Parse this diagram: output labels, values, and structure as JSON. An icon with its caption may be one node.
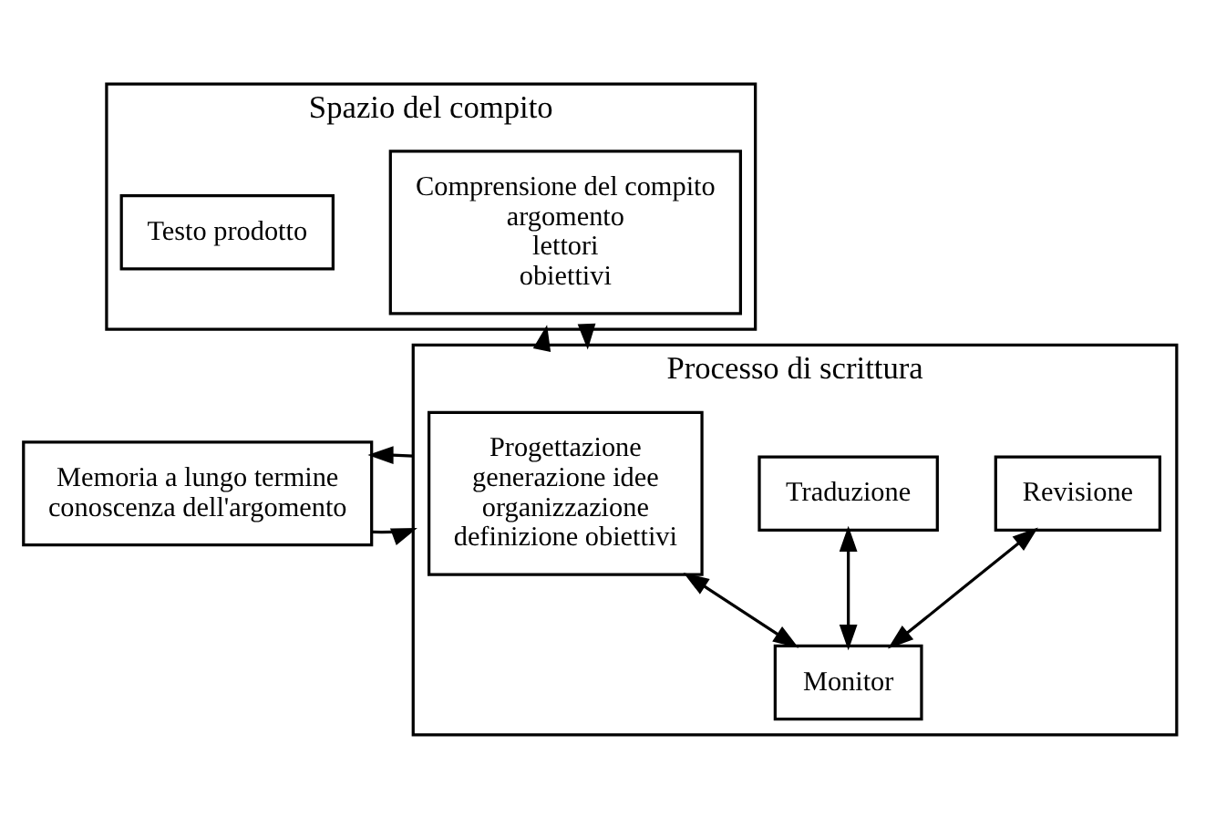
{
  "diagram": {
    "nodes": [
      {
        "text": [
          "Spazio del compito"
        ]
      },
      {
        "text": [
          "Comprensione del compito",
          "argomento",
          "lettori",
          "obiettivi"
        ],
        "in": 0
      },
      {
        "text": [
          "Testo prodotto"
        ],
        "in": 0
      },
      {
        "text": [
          "Processo di scrittura"
        ]
      },
      {
        "text": [
          "Progettazione",
          "generazione idee",
          "organizzazione",
          "definizione obiettivi"
        ],
        "in": 3
      },
      {
        "text": [
          "Traduzione"
        ],
        "in": 3
      },
      {
        "text": [
          "Revisione"
        ],
        "in": 3
      },
      {
        "text": [
          "Monitor"
        ],
        "in": 3
      },
      {
        "text": [
          "Memoria a lungo termine",
          "conoscenza dell'argomento"
        ]
      }
    ],
    "edges": [
      {
        "from": 3,
        "to": 0,
        "arrow": "to"
      },
      {
        "from": 0,
        "to": 3,
        "arrow": "to"
      },
      {
        "from": 8,
        "to": 3,
        "arrow": "to"
      },
      {
        "from": 3,
        "to": 8,
        "arrow": "to"
      },
      {
        "from": 4,
        "to": 7,
        "arrow": "both"
      },
      {
        "from": 5,
        "to": 7,
        "arrow": "both"
      },
      {
        "from": 6,
        "to": 7,
        "arrow": "both"
      }
    ]
  }
}
